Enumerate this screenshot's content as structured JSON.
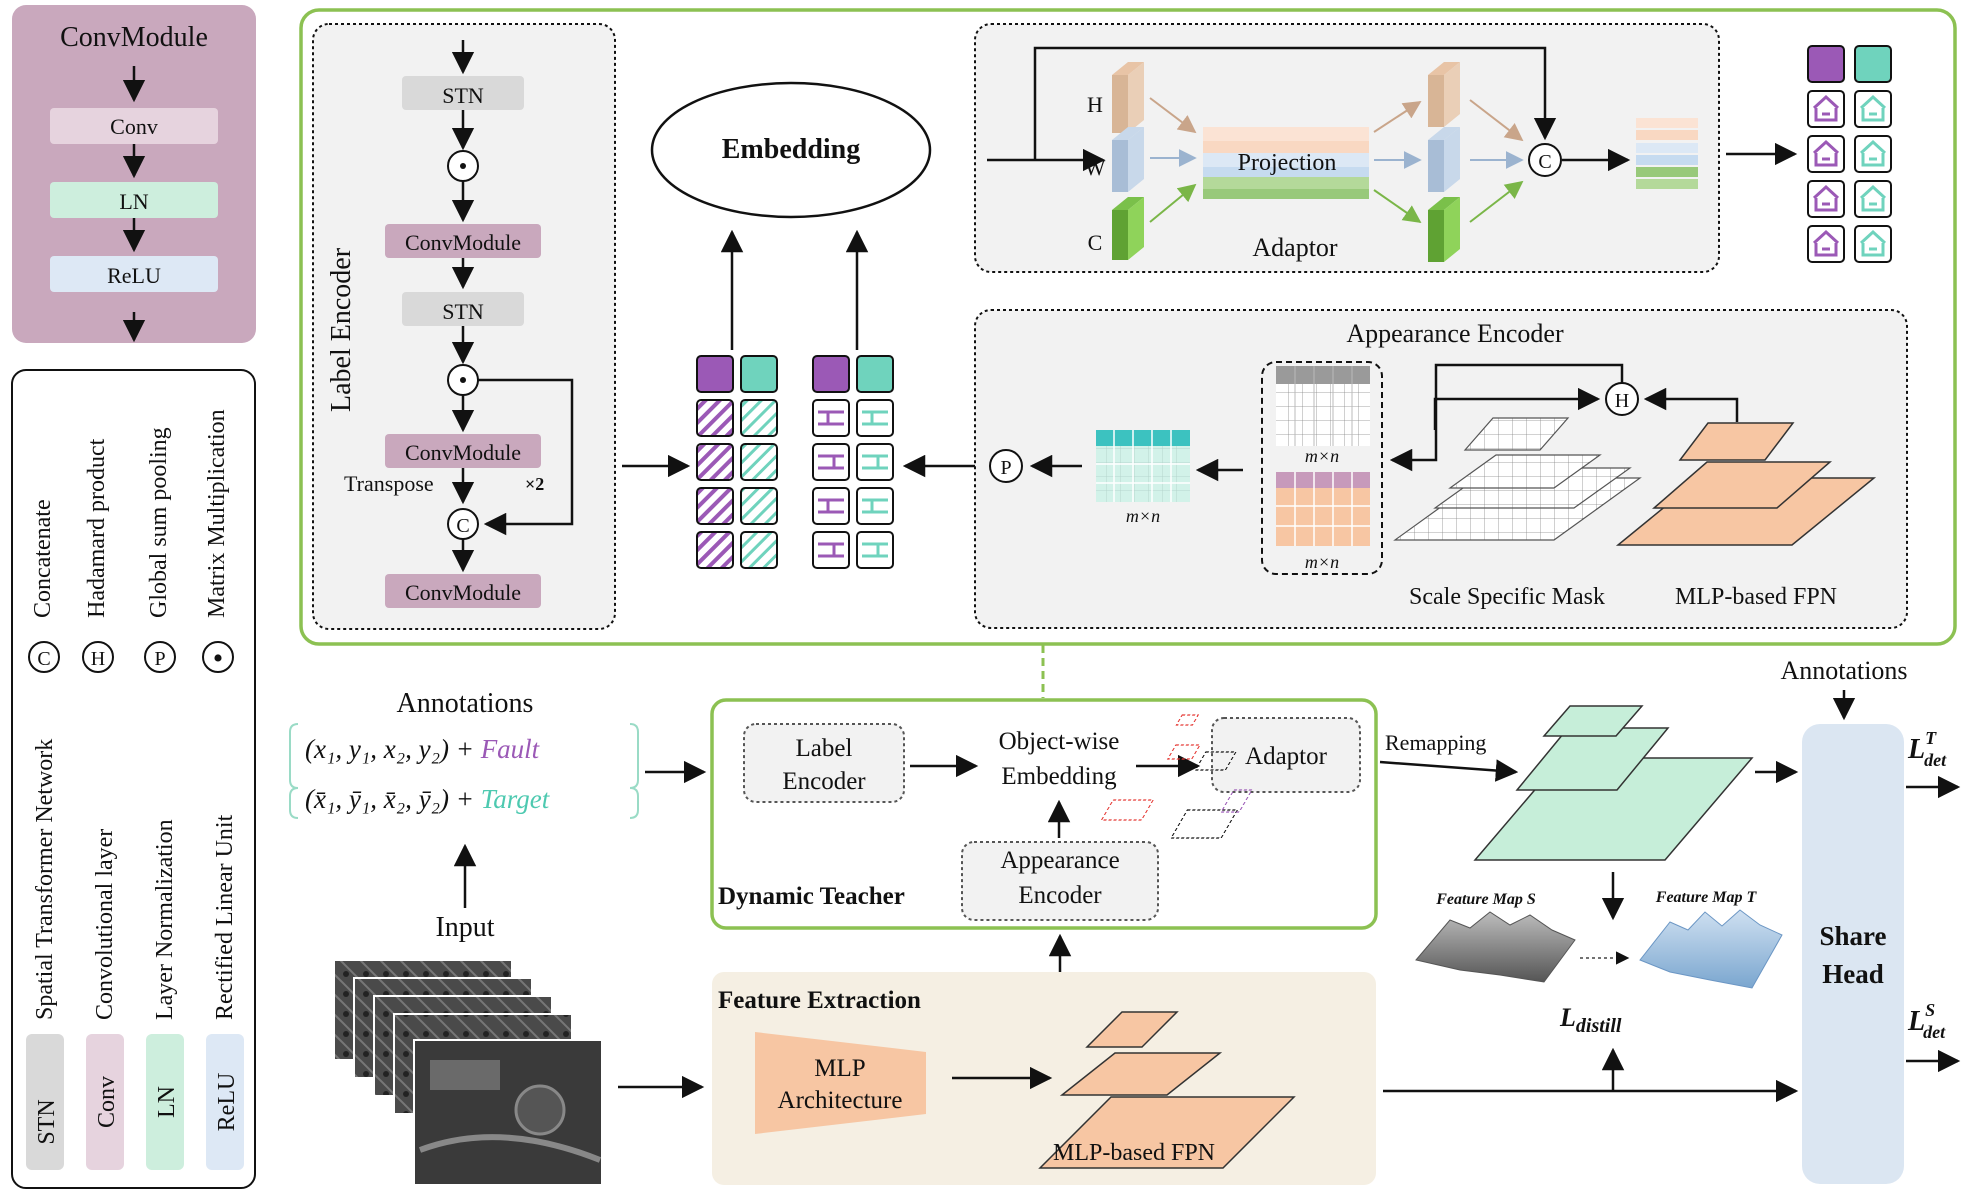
{
  "legend_module": {
    "title": "ConvModule",
    "layers": [
      "Conv",
      "LN",
      "ReLU"
    ]
  },
  "legend_key": {
    "symbols": [
      {
        "glyph": "C",
        "label": "Concatenate"
      },
      {
        "glyph": "H",
        "label": "Hadamard product"
      },
      {
        "glyph": "P",
        "label": "Global sum pooling"
      },
      {
        "glyph": "•",
        "label": "Matrix Multiplication"
      }
    ],
    "abbrev": [
      {
        "abbr": "STN",
        "label": "Spatial Transformer Network",
        "color": "#d9d9d9"
      },
      {
        "abbr": "Conv",
        "label": "Convolutional layer",
        "color": "#e6d3de"
      },
      {
        "abbr": "LN",
        "label": "Layer Normalization",
        "color": "#cdeedd"
      },
      {
        "abbr": "ReLU",
        "label": "Rectified Linear Unit",
        "color": "#dde8f5"
      }
    ]
  },
  "label_encoder": {
    "title": "Label Encoder",
    "stn": "STN",
    "conv": "ConvModule",
    "transpose": "Transpose",
    "times2": "×2"
  },
  "embedding": {
    "label": "Embedding"
  },
  "adaptor": {
    "title": "Adaptor",
    "projection": "Projection",
    "dims": [
      "H",
      "W",
      "C"
    ]
  },
  "appearance_encoder": {
    "title": "Appearance Encoder",
    "mxn": "m×n",
    "mask_label": "Scale Specific Mask",
    "fpn_label": "MLP-based FPN"
  },
  "annotations": {
    "title": "Annotations",
    "line1_coords": "(x₁, y₁, x₂, y₂) + ",
    "line1_tag": "Fault",
    "line2_coords": "(x̄₁, ȳ₁, x̄₂, ȳ₂) + ",
    "line2_tag": "Target",
    "input_label": "Input"
  },
  "dynamic_teacher": {
    "title": "Dynamic Teacher",
    "label_encoder": [
      "Label",
      "Encoder"
    ],
    "object_embedding": [
      "Object-wise",
      "Embedding"
    ],
    "adaptor": "Adaptor",
    "appearance_encoder": [
      "Appearance",
      "Encoder"
    ]
  },
  "feature_extraction": {
    "title": "Feature Extraction",
    "mlp": [
      "MLP",
      "Architecture"
    ],
    "fpn": "MLP-based FPN"
  },
  "right_side": {
    "remapping": "Remapping",
    "annotations": "Annotations",
    "share_head": [
      "Share",
      "Head"
    ],
    "feature_map_s": "Feature Map S",
    "feature_map_t": "Feature Map T",
    "loss_distill": "L",
    "loss_distill_sub": "distill",
    "loss_t": "L",
    "loss_t_sup": "T",
    "loss_t_sub": "det",
    "loss_s": "L",
    "loss_s_sup": "S",
    "loss_s_sub": "det"
  },
  "colors": {
    "green_frame": "#8cc152",
    "purple_module": "#c9a8bd",
    "purple_dark": "#9b59b6",
    "teal": "#6fd3bd",
    "orange": "#f7c6a3",
    "share_head": "#dbe6f2",
    "feature_bg": "#f5efe3"
  }
}
